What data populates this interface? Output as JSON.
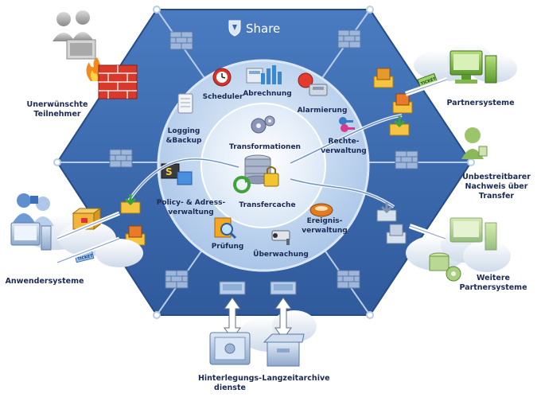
{
  "title": "Share",
  "external_labels": {
    "unwanted": [
      "Unerwünschte",
      "Teilnehmer"
    ],
    "partner": [
      "Partnersysteme"
    ],
    "proof": [
      "Unbestreitbarer",
      "Nachweis über",
      "Transfer"
    ],
    "further_partner": [
      "Weitere",
      "Partnersysteme"
    ],
    "user_systems": [
      "Anwendersysteme"
    ],
    "escrow": [
      "Hinterlegungs-",
      "dienste"
    ],
    "archive": [
      "Langzeitarchive"
    ]
  },
  "ring_labels": {
    "scheduler": [
      "Scheduler"
    ],
    "accounting": [
      "Abrechnung"
    ],
    "alarm": [
      "Alarmierung"
    ],
    "logging": [
      "Logging",
      "&Backup"
    ],
    "rights": [
      "Rechte-",
      "verwaltung"
    ],
    "policy": [
      "Policy- & Adress-",
      "verwaltung"
    ],
    "events": [
      "Ereignis-",
      "verwaltung"
    ],
    "check": [
      "Prüfung"
    ],
    "monitoring": [
      "Überwachung"
    ]
  },
  "core_labels": {
    "transformations": [
      "Transformationen"
    ],
    "transfer_cache": [
      "Transfercache"
    ]
  },
  "ticket_label": "TICKET",
  "colors": {
    "hexagon": "#3a66a8",
    "hexagon_edge": "#2a4f8a",
    "outer_ring": "#9fbde3",
    "inner_ring": "#cfe0f3",
    "core": "#e9f1fa",
    "label": "#1b2a55",
    "firewall": "#8aa6cf",
    "connector": "#9fb7d8"
  }
}
